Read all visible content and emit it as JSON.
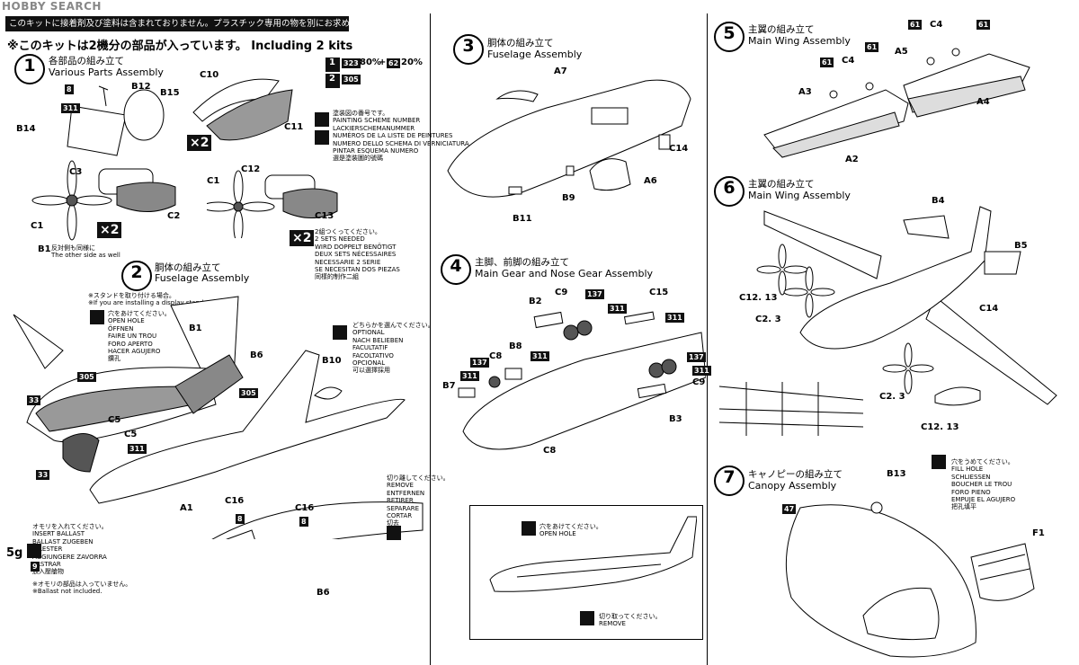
{
  "header": {
    "watermark": "HOBBY SEARCH",
    "notice": "このキットに接着剤及び塗料は含まれておりません。プラスチック専用の物を別にお求め下さい。",
    "kits_note": "※このキットは2機分の部品が入っています。 Including 2 kits"
  },
  "steps": [
    {
      "num": "1",
      "jp": "各部品の組み立て",
      "en": "Various Parts Assembly"
    },
    {
      "num": "2",
      "jp": "胴体の組み立て",
      "en": "Fuselage Assembly"
    },
    {
      "num": "3",
      "jp": "胴体の組み立て",
      "en": "Fuselage Assembly"
    },
    {
      "num": "4",
      "jp": "主脚、前脚の組み立て",
      "en": "Main Gear and Nose Gear Assembly"
    },
    {
      "num": "5",
      "jp": "主翼の組み立て",
      "en": "Main Wing Assembly"
    },
    {
      "num": "6",
      "jp": "主翼の組み立て",
      "en": "Main Wing Assembly"
    },
    {
      "num": "7",
      "jp": "キャノピーの組み立て",
      "en": "Canopy Assembly"
    }
  ],
  "paint": {
    "mix_a": "323",
    "mix_a_pct": "80%",
    "plus": "+",
    "mix_b": "62",
    "mix_b_pct": "20%",
    "single": "305",
    "legend_1": "1",
    "legend_2": "2",
    "legend_text_1": "塗装図の番号です。\nPAINTING SCHEME NUMBER\nLACKIERSCHEMANUMMER\nNUMÉROS DE LA LISTE DE PEINTURES\nNUMERO DELLO SCHEMA DI VERNICIATURA\nPINTAR ESQUEMA NUMERO\n選是塗裝圖的號碼"
  },
  "notes": {
    "two_sets": "2組つくってください。\n2 SETS NEEDED\nWIRD DOPPELT BENÖTIGT\nDEUX SETS NÉCESSAIRES\nNECESSARIE 2 SERIE\nSE NECESITAN DOS PIEZAS\n同樣的制作二組",
    "stand": "※スタンドを取り付ける場合。\n※If you are installing a display stand.",
    "open_hole": "穴をあけてください。\nOPEN HOLE\nÖFFNEN\nFAIRE UN TROU\nFORO APERTO\nHACER AGUJERO\n鑽孔",
    "optional": "どちらかを選んでください。\nOPTIONAL\nNACH BELIEBEN\nFACULTATIF\nFACOLTATIVO\nOPCIONAL\n可以選擇採用",
    "ballast": "オモリを入れてください。\nINSERT BALLAST\nBALLAST ZUGEBEN\nA LESTER\nAGGIUNGERE ZAVORRA\nLASTRAR\n放入壓艙物",
    "ballast_weight": "5g",
    "ballast_not_incl": "※オモリの部品は入っていません。\n※Ballast not included.",
    "remove": "切り離してください。\nREMOVE\nENTFERNEN\nRETIRER\nSEPARARE\nCORTAR\n切去",
    "b1_note": "反対側も同様に\nThe other side as well",
    "inset_open": "穴をあけてください。\nOPEN HOLE",
    "inset_remove": "切り取ってください。\nREMOVE",
    "fill_hole": "穴をうめてください。\nFILL HOLE\nSCHLIESSEN\nBOUCHER LE TROU\nFORO PIENO\nEMPUJE EL AGUJERO\n把孔填平"
  },
  "multipliers": {
    "x2": "×2"
  },
  "parts": {
    "B12": "B12",
    "B15": "B15",
    "B14": "B14",
    "C10": "C10",
    "C11": "C11",
    "C3": "C3",
    "C2": "C2",
    "C1": "C1",
    "C12": "C12",
    "C13": "C13",
    "B1": "B1",
    "B6": "B6",
    "B10": "B10",
    "C5": "C5",
    "A1": "A1",
    "C16": "C16",
    "A7": "A7",
    "C14": "C14",
    "A6": "A6",
    "B9": "B9",
    "B11": "B11",
    "B2": "B2",
    "C9": "C9",
    "C15": "C15",
    "C8": "C8",
    "B8": "B8",
    "B7": "B7",
    "B3": "B3",
    "A5": "A5",
    "C4": "C4",
    "A3": "A3",
    "A4": "A4",
    "A2": "A2",
    "B4": "B4",
    "B5": "B5",
    "C12_13": "C12. 13",
    "C2_3": "C2. 3",
    "B13": "B13",
    "F1": "F1"
  },
  "paint_codes": {
    "p8": "8",
    "p311": "311",
    "p305": "305",
    "p33": "33",
    "p137": "137",
    "p61": "61",
    "p47": "47",
    "p9": "9"
  }
}
